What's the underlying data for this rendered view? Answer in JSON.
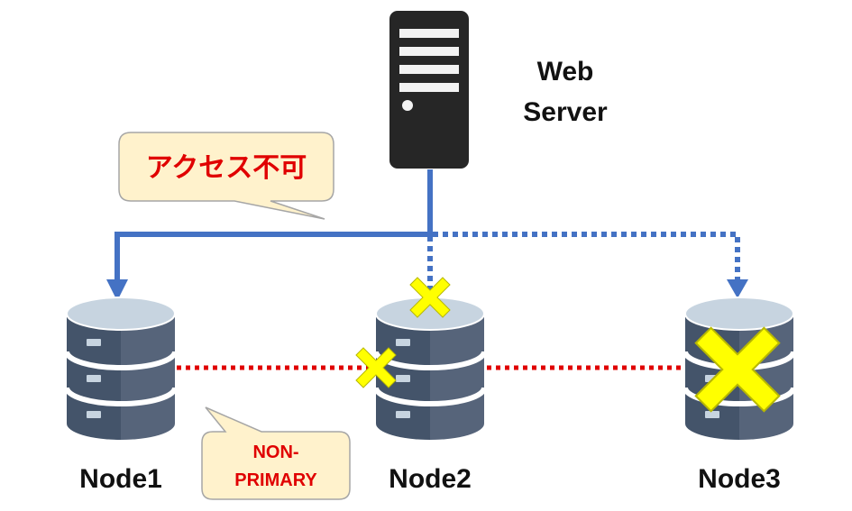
{
  "web_server": {
    "label_line1": "Web",
    "label_line2": "Server"
  },
  "nodes": [
    {
      "id": "node1",
      "label": "Node1"
    },
    {
      "id": "node2",
      "label": "Node2"
    },
    {
      "id": "node3",
      "label": "Node3"
    }
  ],
  "callouts": {
    "access_denied": "アクセス不可",
    "non_primary_line1": "NON-",
    "non_primary_line2": "PRIMARY"
  },
  "colors": {
    "server_body": "#262626",
    "link_blue": "#4472c4",
    "replication_red": "#e00000",
    "failure_mark": "#ffff00",
    "callout_fill": "#fff2cc",
    "callout_text_red": "#e00000",
    "db_cap": "#c7d4e0",
    "db_body_left": "#44546a",
    "db_body_right": "#56647a"
  }
}
